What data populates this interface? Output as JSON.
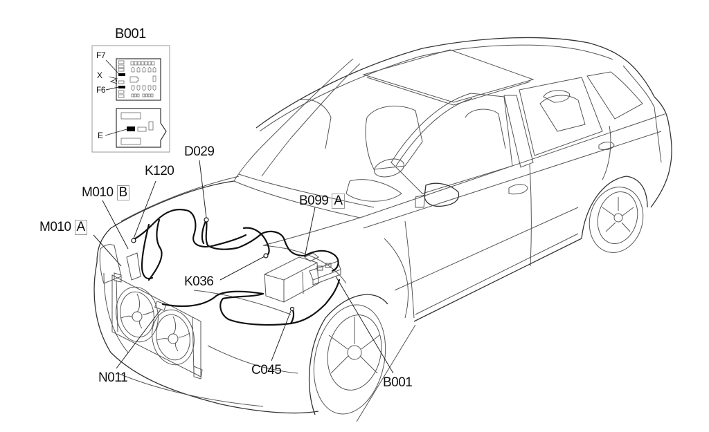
{
  "diagram": {
    "subject": "Car engine-bay wiring harness component location",
    "inset": {
      "title": "B001",
      "labels": {
        "f7": "F7",
        "x": "X",
        "f6": "F6",
        "e": "E"
      }
    },
    "callouts": [
      {
        "id": "k120",
        "code": "K120",
        "tag": ""
      },
      {
        "id": "m010b",
        "code": "M010",
        "tag": "B"
      },
      {
        "id": "m010a",
        "code": "M010",
        "tag": "A"
      },
      {
        "id": "d029",
        "code": "D029",
        "tag": ""
      },
      {
        "id": "b099a",
        "code": "B099",
        "tag": "A"
      },
      {
        "id": "k036",
        "code": "K036",
        "tag": ""
      },
      {
        "id": "n011",
        "code": "N011",
        "tag": ""
      },
      {
        "id": "c045",
        "code": "C045",
        "tag": ""
      },
      {
        "id": "b001",
        "code": "B001",
        "tag": ""
      }
    ]
  }
}
